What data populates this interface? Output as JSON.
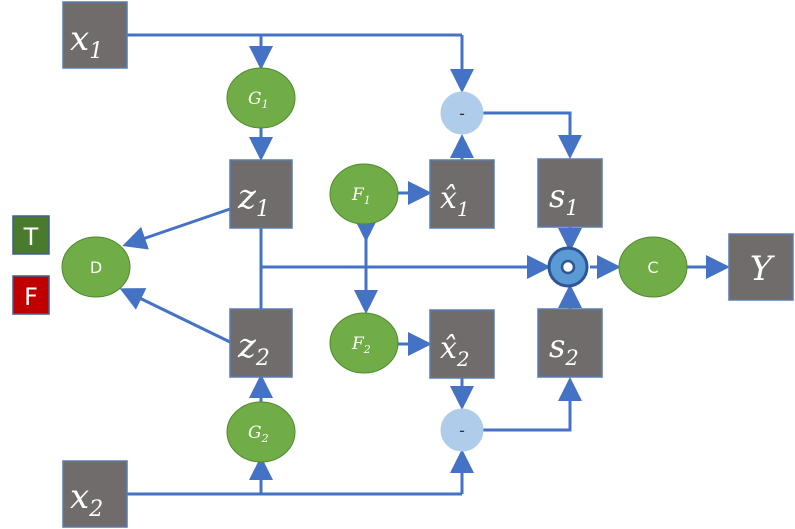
{
  "nodes": {
    "x1": {
      "base": "x",
      "sub": "1"
    },
    "x2": {
      "base": "x",
      "sub": "2"
    },
    "z1": {
      "base": "z",
      "sub": "1"
    },
    "z2": {
      "base": "z",
      "sub": "2"
    },
    "xhat1": {
      "base": "x̂",
      "sub": "1"
    },
    "xhat2": {
      "base": "x̂",
      "sub": "2"
    },
    "s1": {
      "base": "s",
      "sub": "1"
    },
    "s2": {
      "base": "s",
      "sub": "2"
    },
    "y": {
      "base": "Y"
    },
    "g1": {
      "base": "G",
      "sub": "1"
    },
    "g2": {
      "base": "G",
      "sub": "2"
    },
    "f1": {
      "base": "F",
      "sub": "1"
    },
    "f2": {
      "base": "F",
      "sub": "2"
    },
    "d": {
      "label": "D"
    },
    "c": {
      "label": "C"
    },
    "minus1": {
      "label": "-"
    },
    "minus2": {
      "label": "-"
    }
  },
  "legend": {
    "true_label": "T",
    "false_label": "F",
    "true_color": "#4a7a2c",
    "false_color": "#c00000"
  },
  "colors": {
    "box": "#706c6b",
    "node_green": "#70ad47",
    "subtract": "#afcdea",
    "combine": "#5b9bd5",
    "edge": "#4472c4"
  }
}
